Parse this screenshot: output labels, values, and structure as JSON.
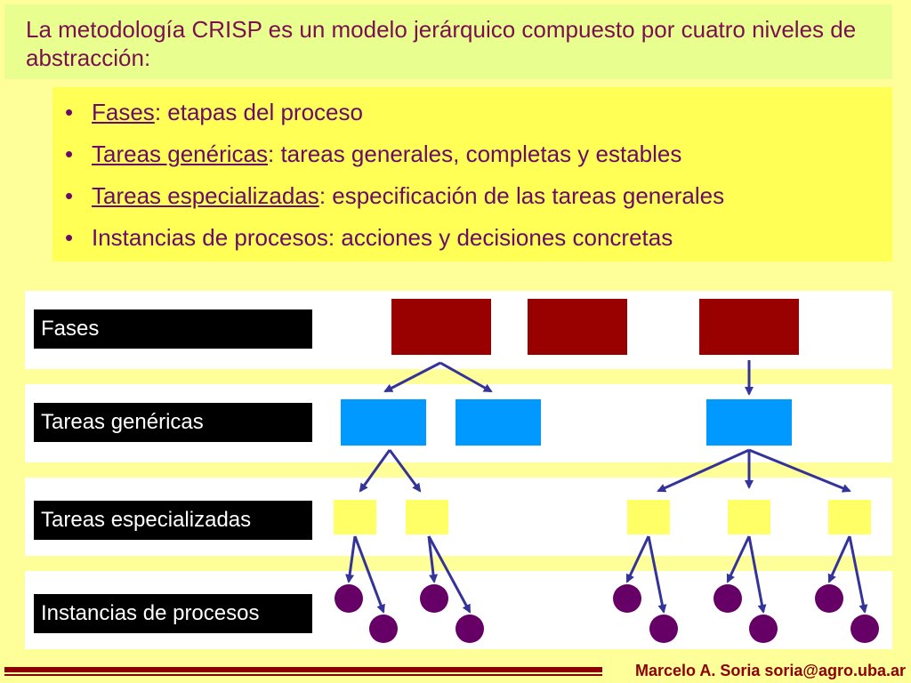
{
  "title": "La metodología CRISP es un modelo jerárquico compuesto por cuatro niveles de abstracción:",
  "bullets": [
    {
      "term": "Fases",
      "rest": ": etapas del proceso"
    },
    {
      "term": "Tareas genéricas",
      "rest": ": tareas generales, completas y estables"
    },
    {
      "term": "Tareas especializadas",
      "rest": ": especificación de las tareas generales"
    },
    {
      "term": "",
      "rest": "Instancias de procesos: acciones y decisiones concretas"
    }
  ],
  "levels": [
    {
      "label": "Fases",
      "color": "#990000"
    },
    {
      "label": "Tareas genéricas",
      "color": "#0099ff"
    },
    {
      "label": "Tareas especializadas",
      "color": "#ffff66"
    },
    {
      "label": "Instancias de procesos",
      "color": "#660066"
    }
  ],
  "arrow_color": "#333399",
  "footer": "Marcelo A. Soria soria@agro.uba.ar"
}
